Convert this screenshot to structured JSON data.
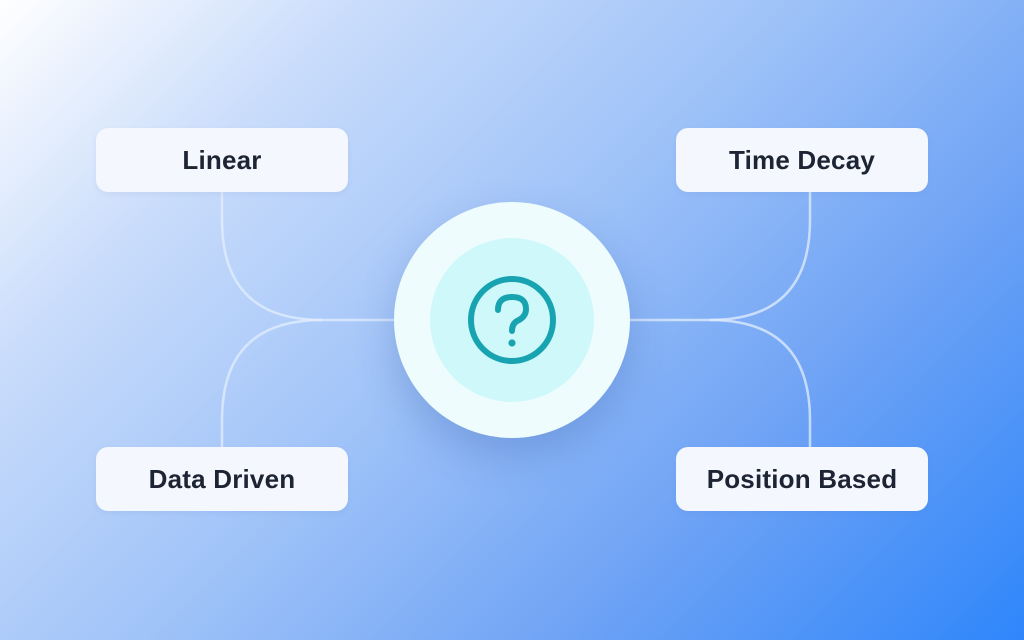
{
  "diagram": {
    "center_icon": "question-mark-circle-icon",
    "nodes": {
      "top_left": "Linear",
      "top_right": "Time Decay",
      "bottom_left": "Data Driven",
      "bottom_right": "Position Based"
    }
  },
  "colors": {
    "background_start": "#ffffff",
    "background_end": "#2f86fb",
    "icon": "#17a3b0",
    "text": "#1d2433"
  }
}
